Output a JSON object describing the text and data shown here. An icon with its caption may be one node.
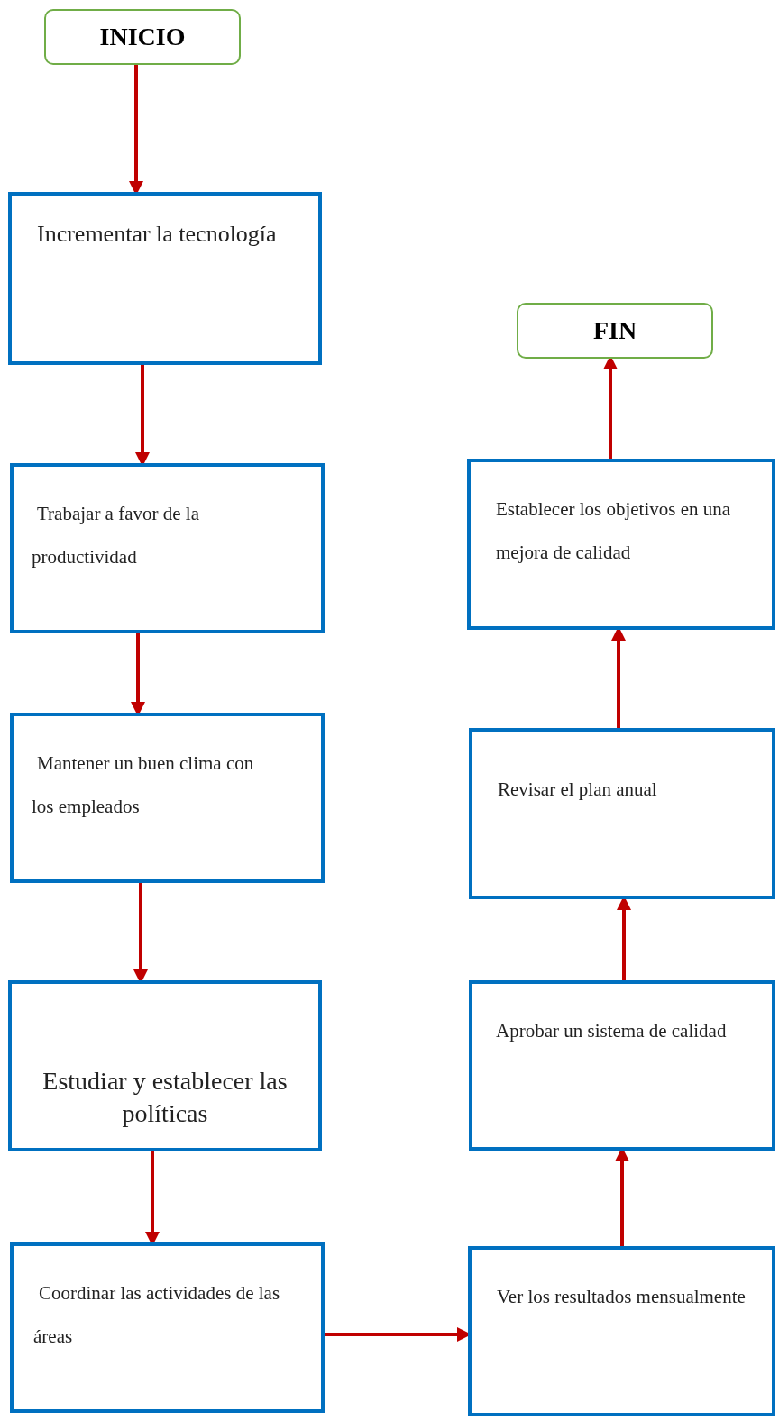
{
  "diagram": {
    "nodes": [
      {
        "text": [
          "INICIO"
        ]
      },
      {
        "text": [
          "Incrementar la tecnología"
        ]
      },
      {
        "text": [
          "Trabajar a favor de la productividad"
        ]
      },
      {
        "text": [
          "Mantener un buen clima con los empleados"
        ]
      },
      {
        "text": [
          "Estudiar y establecer las políticas"
        ]
      },
      {
        "text": [
          "Coordinar las actividades de las áreas"
        ]
      },
      {
        "text": [
          "Ver los resultados mensualmente"
        ]
      },
      {
        "text": [
          "Aprobar un sistema de calidad"
        ]
      },
      {
        "text": [
          "Revisar el plan anual"
        ]
      },
      {
        "text": [
          "Establecer los objetivos en una mejora de calidad"
        ]
      },
      {
        "text": [
          "FIN"
        ]
      }
    ],
    "edges": [
      {
        "from": 0,
        "to": 1,
        "arrow": "to"
      },
      {
        "from": 1,
        "to": 2,
        "arrow": "to"
      },
      {
        "from": 2,
        "to": 3,
        "arrow": "to"
      },
      {
        "from": 3,
        "to": 4,
        "arrow": "to"
      },
      {
        "from": 4,
        "to": 5,
        "arrow": "to"
      },
      {
        "from": 5,
        "to": 6,
        "arrow": "to"
      },
      {
        "from": 6,
        "to": 7,
        "arrow": "to"
      },
      {
        "from": 7,
        "to": 8,
        "arrow": "to"
      },
      {
        "from": 8,
        "to": 9,
        "arrow": "to"
      },
      {
        "from": 9,
        "to": 10,
        "arrow": "to"
      }
    ]
  }
}
